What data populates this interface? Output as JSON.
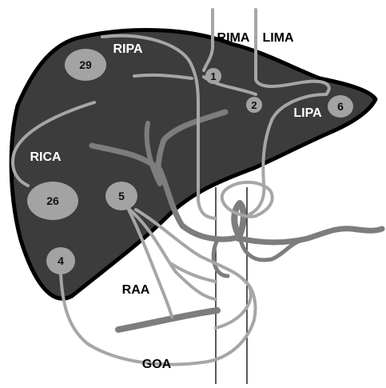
{
  "colors": {
    "liver_fill": "#3c3c3c",
    "liver_outline": "#000000",
    "vessel_light": "#a6a6a6",
    "vessel_mid": "#7d7d7d",
    "node_fill": "#a3a3a3",
    "background": "#ffffff"
  },
  "labels": {
    "ripa": "RIPA",
    "rima": "RIMA",
    "lima": "LIMA",
    "rica": "RICA",
    "lipa": "LIPA",
    "raa": "RAA",
    "goa": "GOA"
  },
  "nodes": [
    {
      "id": "n29",
      "label": "29"
    },
    {
      "id": "n1",
      "label": "1"
    },
    {
      "id": "n2",
      "label": "2"
    },
    {
      "id": "n6",
      "label": "6"
    },
    {
      "id": "n26",
      "label": "26"
    },
    {
      "id": "n5",
      "label": "5"
    },
    {
      "id": "n4",
      "label": "4"
    }
  ]
}
